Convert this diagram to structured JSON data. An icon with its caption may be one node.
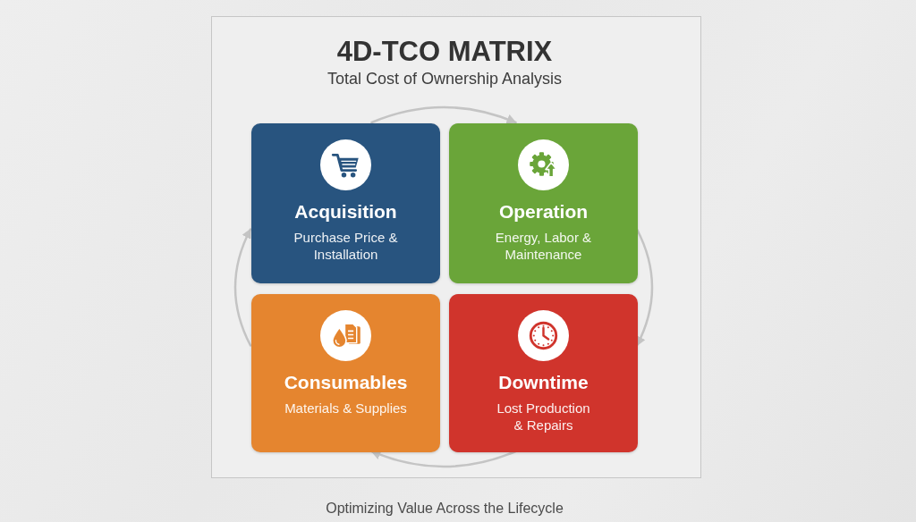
{
  "diagram": {
    "caption": "Optimizing Value Across the Lifecycle",
    "nodes": [
      {
        "text": [
          "4D-TCO MATRIX",
          "Total Cost of Ownership Analysis"
        ]
      },
      {
        "text": [
          "Acquisition",
          "Purchase Price & Installation"
        ],
        "in": 0
      },
      {
        "text": [
          "Operation",
          "Energy, Labor & Maintenance"
        ],
        "in": 0
      },
      {
        "text": [
          "Consumables",
          "Materials & Supplies"
        ],
        "in": 0
      },
      {
        "text": [
          "Downtime",
          "Lost Production & Repairs"
        ],
        "in": 0
      }
    ],
    "edges": [
      {
        "from": 1,
        "to": 2,
        "arrow": "to"
      },
      {
        "from": 2,
        "to": 4,
        "arrow": "to"
      },
      {
        "from": 4,
        "to": 3,
        "arrow": "to"
      },
      {
        "from": 3,
        "to": 1,
        "arrow": "to"
      }
    ]
  }
}
